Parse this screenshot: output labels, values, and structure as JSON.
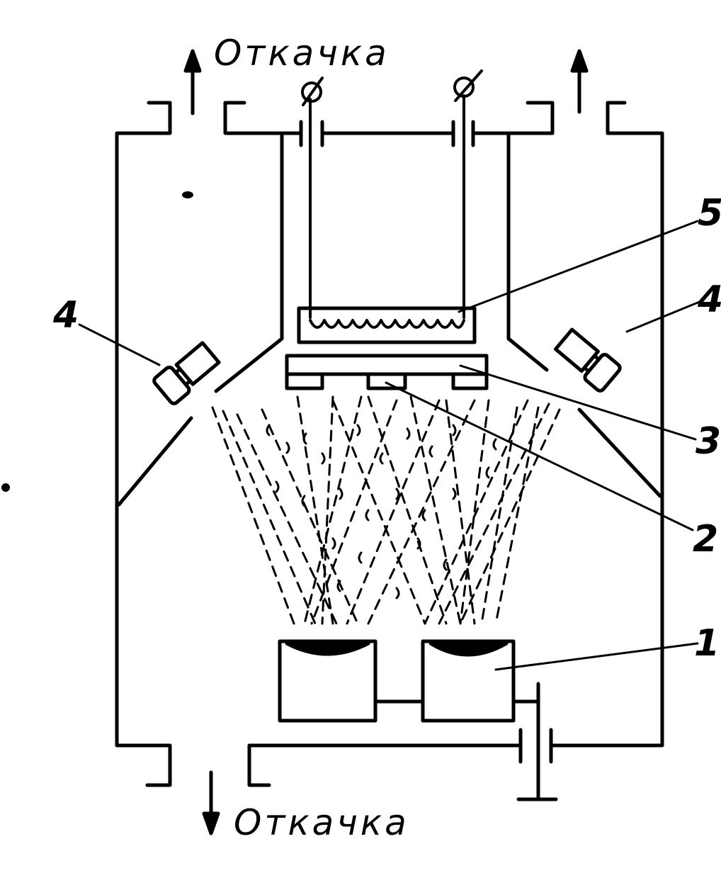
{
  "diagram": {
    "labels": {
      "pump_top": "Откачка",
      "pump_bottom": "Откачка",
      "n1": "1",
      "n2": "2",
      "n3": "3",
      "n4_left": "4",
      "n4_right": "4",
      "n5": "5"
    }
  }
}
